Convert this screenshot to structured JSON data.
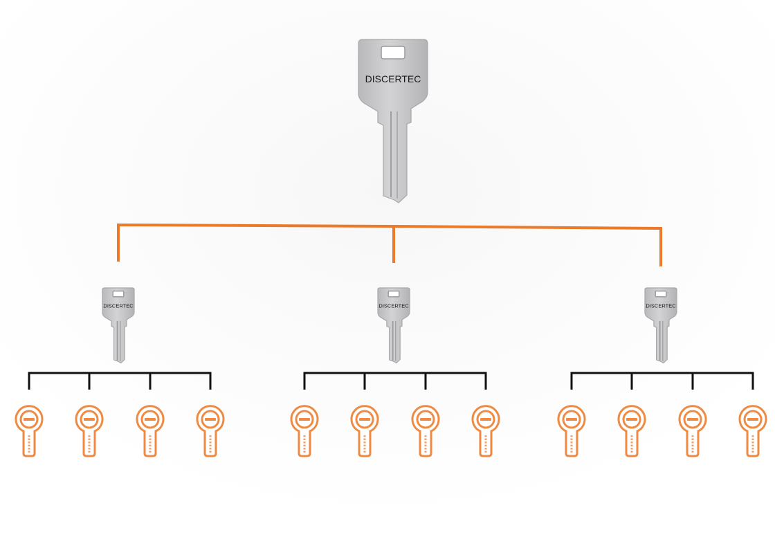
{
  "diagram": {
    "title": "",
    "master_key": {
      "label": "DISCERTEC",
      "icon": "master-key-icon"
    },
    "group_keys": [
      {
        "label": "DISCERTEC",
        "icon": "group-key-icon",
        "cylinders": [
          {
            "icon": "lock-cylinder-icon"
          },
          {
            "icon": "lock-cylinder-icon"
          },
          {
            "icon": "lock-cylinder-icon"
          },
          {
            "icon": "lock-cylinder-icon"
          }
        ]
      },
      {
        "label": "DISCERTEC",
        "icon": "group-key-icon",
        "cylinders": [
          {
            "icon": "lock-cylinder-icon"
          },
          {
            "icon": "lock-cylinder-icon"
          },
          {
            "icon": "lock-cylinder-icon"
          },
          {
            "icon": "lock-cylinder-icon"
          }
        ]
      },
      {
        "label": "DISCERTEC",
        "icon": "group-key-icon",
        "cylinders": [
          {
            "icon": "lock-cylinder-icon"
          },
          {
            "icon": "lock-cylinder-icon"
          },
          {
            "icon": "lock-cylinder-icon"
          },
          {
            "icon": "lock-cylinder-icon"
          }
        ]
      }
    ],
    "colors": {
      "key_metal": "#c2c2c4",
      "key_shadow": "#a8a8aa",
      "master_connector": "#ec7a2c",
      "group_connector": "#111111",
      "cylinder": "#ef8a43"
    }
  }
}
